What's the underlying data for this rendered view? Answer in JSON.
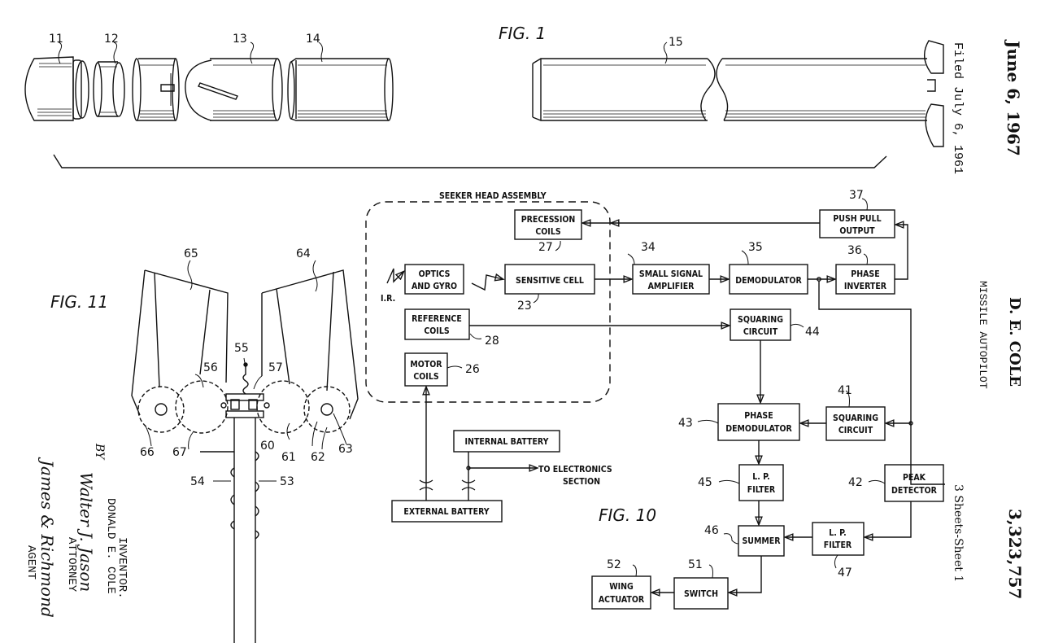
{
  "header": {
    "date": "June 6, 1967",
    "filed": "Filed July 6, 1961",
    "inventor_short": "D. E. COLE",
    "title": "MISSILE AUTOPILOT",
    "sheets": "3 Sheets-Sheet 1",
    "patent_number": "3,323,757"
  },
  "fig1": {
    "label": "FIG. 1",
    "refs": [
      "11",
      "12",
      "13",
      "14",
      "15"
    ]
  },
  "fig11": {
    "label": "FIG. 11",
    "refs": {
      "r65": "65",
      "r64": "64",
      "r55": "55",
      "r56": "56",
      "r57": "57",
      "r66": "66",
      "r67": "67",
      "r60": "60",
      "r61": "61",
      "r62": "62",
      "r63": "63",
      "r54": "54",
      "r53": "53"
    }
  },
  "fig10": {
    "label": "FIG. 10",
    "seeker_title": "SEEKER HEAD ASSEMBLY",
    "ir_label": "I.R.",
    "to_electronics": [
      "TO ELECTRONICS",
      "SECTION"
    ],
    "blocks": {
      "precession": {
        "lines": [
          "PRECESSION",
          "COILS"
        ],
        "ref": "27"
      },
      "optics": {
        "lines": [
          "OPTICS",
          "AND GYRO"
        ]
      },
      "sensitive": {
        "lines": [
          "SENSITIVE CELL"
        ],
        "ref": "23"
      },
      "reference": {
        "lines": [
          "REFERENCE",
          "COILS"
        ],
        "ref": "28"
      },
      "motor": {
        "lines": [
          "MOTOR",
          "COILS"
        ],
        "ref": "26"
      },
      "internal_battery": {
        "lines": [
          "INTERNAL BATTERY"
        ]
      },
      "external_battery": {
        "lines": [
          "EXTERNAL BATTERY"
        ]
      },
      "small_signal": {
        "lines": [
          "SMALL SIGNAL",
          "AMPLIFIER"
        ],
        "ref": "34"
      },
      "demodulator": {
        "lines": [
          "DEMODULATOR"
        ],
        "ref": "35"
      },
      "phase_inverter": {
        "lines": [
          "PHASE",
          "INVERTER"
        ],
        "ref": "36"
      },
      "push_pull": {
        "lines": [
          "PUSH PULL",
          "OUTPUT"
        ],
        "ref": "37"
      },
      "squaring44": {
        "lines": [
          "SQUARING",
          "CIRCUIT"
        ],
        "ref": "44"
      },
      "squaring41": {
        "lines": [
          "SQUARING",
          "CIRCUIT"
        ],
        "ref": "41"
      },
      "phase_demod": {
        "lines": [
          "PHASE",
          "DEMODULATOR"
        ],
        "ref": "43"
      },
      "lp45": {
        "lines": [
          "L. P.",
          "FILTER"
        ],
        "ref": "45"
      },
      "peak": {
        "lines": [
          "PEAK",
          "DETECTOR"
        ],
        "ref": "42"
      },
      "summer": {
        "lines": [
          "SUMMER"
        ],
        "ref": "46"
      },
      "lp47": {
        "lines": [
          "L. P.",
          "FILTER"
        ],
        "ref": "47"
      },
      "switch": {
        "lines": [
          "SWITCH"
        ],
        "ref": "51"
      },
      "wing": {
        "lines": [
          "WING",
          "ACTUATOR"
        ],
        "ref": "52"
      }
    }
  },
  "signature": {
    "by": "BY",
    "inventor_label": "INVENTOR.",
    "inventor_name": "DONALD E. COLE",
    "attorney_sig": "Walter J. Jason",
    "attorney_label": "ATTORNEY",
    "agent_sig": "James & Richmond",
    "agent_label": "AGENT"
  }
}
